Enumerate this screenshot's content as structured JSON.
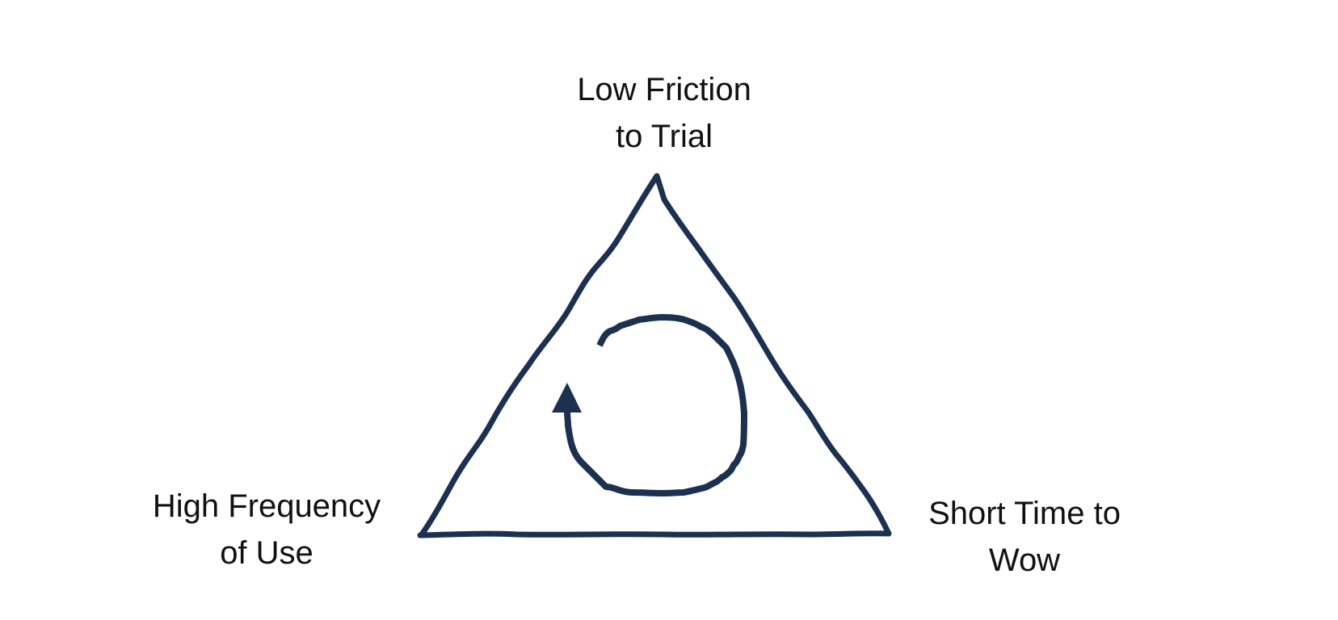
{
  "diagram": {
    "colors": {
      "stroke": "#1c3050",
      "text": "#111111",
      "background": "#ffffff"
    },
    "shapes": {
      "triangle": "triangle-outline",
      "cycle": "cycle-arrow-icon"
    },
    "vertices": {
      "top": {
        "line1": "Low Friction",
        "line2": "to Trial"
      },
      "bottom_left": {
        "line1": "High Frequency",
        "line2": "of Use"
      },
      "bottom_right": {
        "line1": "Short Time to",
        "line2": "Wow"
      }
    }
  }
}
